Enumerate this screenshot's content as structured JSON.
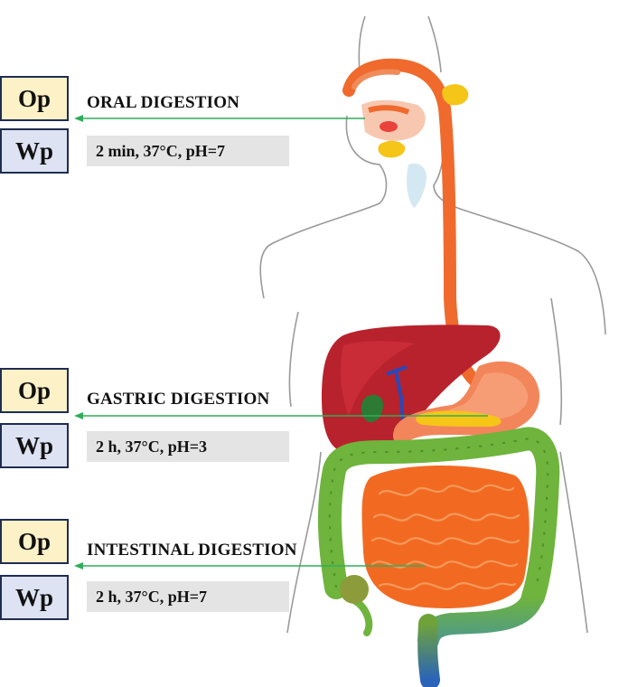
{
  "colors": {
    "op_fill": "#fdf1c8",
    "wp_fill": "#dde3f3",
    "box_border": "#1f2d4f",
    "condition_fill": "#e4e4e4",
    "arrow": "#2fae5a"
  },
  "stages": [
    {
      "title": "ORAL DIGESTION",
      "op_label": "Op",
      "wp_label": "Wp",
      "conditions": "2 min, 37°C, pH=7"
    },
    {
      "title": "GASTRIC DIGESTION",
      "op_label": "Op",
      "wp_label": "Wp",
      "conditions": "2 h, 37°C, pH=3"
    },
    {
      "title": "INTESTINAL DIGESTION",
      "op_label": "Op",
      "wp_label": "Wp",
      "conditions": "2 h, 37°C, pH=7"
    }
  ],
  "figure_icons": [
    "human-body-outline-icon",
    "digestive-system-icon"
  ]
}
